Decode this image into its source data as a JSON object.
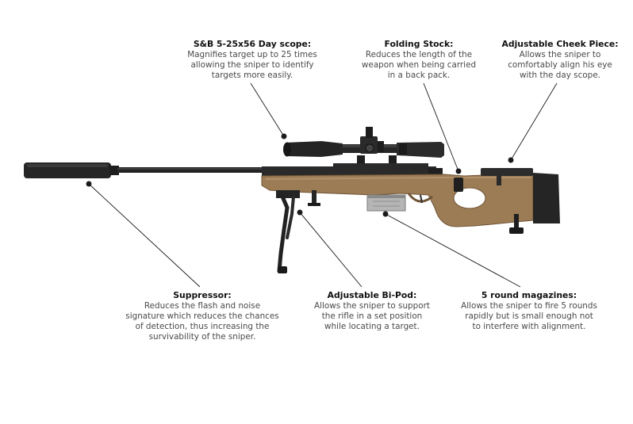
{
  "callouts": [
    {
      "id": "scope",
      "title": "S&B 5-25x56 Day scope:",
      "body": "Magnifies target up to 25 times\nallowing the sniper to identify\ntargets more easily."
    },
    {
      "id": "folding-stock",
      "title": "Folding Stock:",
      "body": "Reduces the length of the\nweapon when being carried\nin a back pack."
    },
    {
      "id": "cheek-piece",
      "title": "Adjustable Cheek Piece:",
      "body": "Allows the sniper to\ncomfortably align his eye\nwith the day scope."
    },
    {
      "id": "suppressor",
      "title": "Suppressor:",
      "body": "Reduces the flash and noise\nsignature which reduces the chances\nof detection, thus increasing the\nsurvivability of the sniper."
    },
    {
      "id": "bipod",
      "title": "Adjustable Bi-Pod:",
      "body": "Allows the sniper to support\nthe rifle in a set position\nwhile locating a target."
    },
    {
      "id": "magazines",
      "title": "5 round magazines:",
      "body": "Allows the sniper to fire 5 rounds\nrapidly but is small enough not\nto interfere with alignment."
    }
  ],
  "colors": {
    "stock": "#9c7c55",
    "stock_dark": "#6f5436",
    "metal": "#1f1f1f",
    "leader": "#1a1a1a"
  }
}
